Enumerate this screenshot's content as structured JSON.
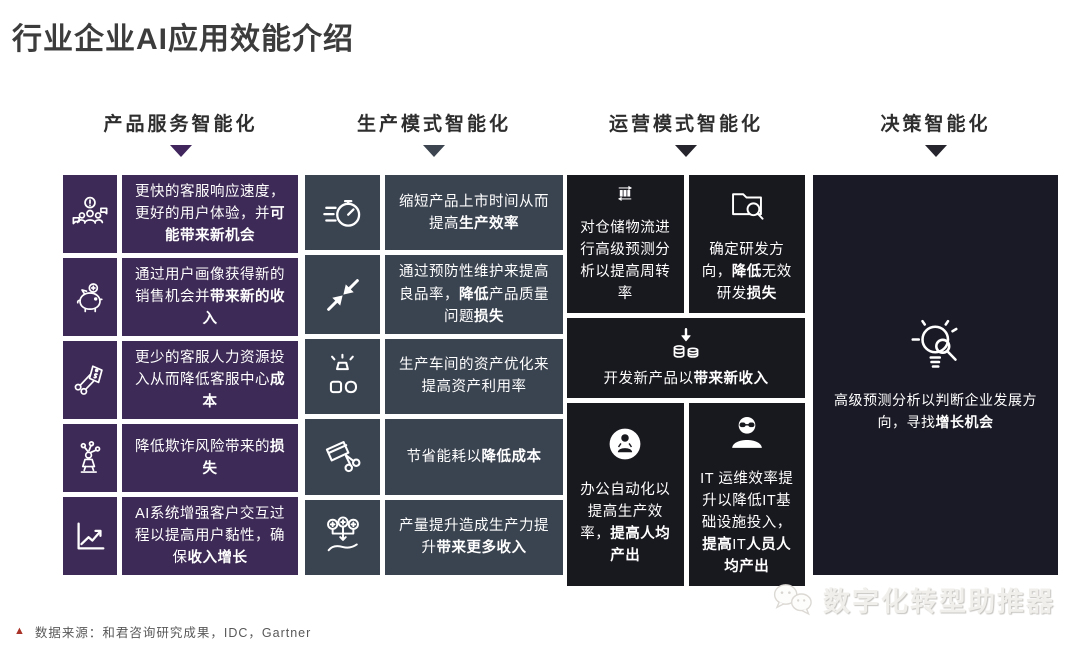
{
  "page": {
    "title": "行业企业AI应用效能介绍",
    "footer": {
      "marker": "▲",
      "source": "数据来源：和君咨询研究成果，IDC，Gartner"
    },
    "watermark": {
      "icon": "wechat-icon",
      "label": "数字化转型助推器"
    }
  },
  "columns": [
    {
      "header": "产品服务智能化",
      "colors": {
        "panel": "#3e2a56",
        "accent": "#40265c"
      },
      "rows": [
        {
          "icon": "customer-service-icon",
          "text": [
            {
              "t": "更快的客服响应速度，更好的用户体验，并",
              "b": false
            },
            {
              "t": "可能带来新机会",
              "b": true
            }
          ]
        },
        {
          "icon": "piggy-bank-icon",
          "text": [
            {
              "t": "通过用户画像获得新的销售机会并",
              "b": false
            },
            {
              "t": "带来新的收入",
              "b": true
            }
          ]
        },
        {
          "icon": "cut-price-tag-icon",
          "text": [
            {
              "t": "更少的客服人力资源投入从而降低客服中心",
              "b": false
            },
            {
              "t": "成本",
              "b": true
            }
          ]
        },
        {
          "icon": "fraud-risk-icon",
          "text": [
            {
              "t": "降低欺诈风险带来的",
              "b": false
            },
            {
              "t": "损失",
              "b": true
            }
          ]
        },
        {
          "icon": "growth-chart-icon",
          "text": [
            {
              "t": "AI系统增强客户交互过程以提高用户黏性，确保",
              "b": false
            },
            {
              "t": "收入增长",
              "b": true
            }
          ]
        }
      ]
    },
    {
      "header": "生产模式智能化",
      "colors": {
        "panel": "#3a4350",
        "accent": "#3c4550"
      },
      "rows": [
        {
          "icon": "speed-stopwatch-icon",
          "text": [
            {
              "t": "缩短产品上市时间从而提高",
              "b": false
            },
            {
              "t": "生产效率",
              "b": true
            }
          ]
        },
        {
          "icon": "converging-arrows-icon",
          "text": [
            {
              "t": "通过预防性维护来提高良品率，",
              "b": false
            },
            {
              "t": "降低",
              "b": true
            },
            {
              "t": "产品质量问题",
              "b": false
            },
            {
              "t": "损失",
              "b": true
            }
          ]
        },
        {
          "icon": "workshop-assets-icon",
          "text": [
            {
              "t": "生产车间的资产优化来提高资产利用率",
              "b": false
            }
          ]
        },
        {
          "icon": "cut-card-icon",
          "text": [
            {
              "t": "节省能耗以",
              "b": false
            },
            {
              "t": "降低成本",
              "b": true
            }
          ]
        },
        {
          "icon": "coins-hand-icon",
          "text": [
            {
              "t": "产量提升造成生产力提升",
              "b": false
            },
            {
              "t": "带来更多收入",
              "b": true
            }
          ]
        }
      ]
    },
    {
      "header": "运营模式智能化",
      "colors": {
        "panel": "#18181f",
        "accent": "#26252e"
      },
      "cells": [
        {
          "area": "a",
          "icon": "logistics-flow-icon",
          "text": [
            {
              "t": "对仓储物流进行高级预测分析以提高周转率",
              "b": false
            }
          ]
        },
        {
          "area": "b",
          "icon": "folder-search-icon",
          "text": [
            {
              "t": "确定研发方向，",
              "b": false
            },
            {
              "t": "降低",
              "b": true
            },
            {
              "t": "无效研发",
              "b": false
            },
            {
              "t": "损失",
              "b": true
            }
          ]
        },
        {
          "area": "c",
          "icon": "new-revenue-icon",
          "text": [
            {
              "t": "开发新产品以",
              "b": false
            },
            {
              "t": "带来新收入",
              "b": true
            }
          ]
        },
        {
          "area": "d",
          "icon": "office-automation-icon",
          "text": [
            {
              "t": "办公自动化以提高生产效率，",
              "b": false
            },
            {
              "t": "提高人均产出",
              "b": true
            }
          ]
        },
        {
          "area": "e",
          "icon": "it-operations-icon",
          "text": [
            {
              "t": "IT 运维效率提升以降低IT基础设施投入，",
              "b": false
            },
            {
              "t": "提高",
              "b": true
            },
            {
              "t": "IT",
              "b": false
            },
            {
              "t": "人员人均产出",
              "b": true
            }
          ]
        }
      ]
    },
    {
      "header": "决策智能化",
      "colors": {
        "panel": "#1a1a26",
        "accent": "#26252e"
      },
      "cells": [
        {
          "area": "s",
          "icon": "idea-search-icon",
          "text": [
            {
              "t": "高级预测分析以判断企业发展方向，寻找",
              "b": false
            },
            {
              "t": "增长机会",
              "b": true
            }
          ]
        }
      ]
    }
  ]
}
